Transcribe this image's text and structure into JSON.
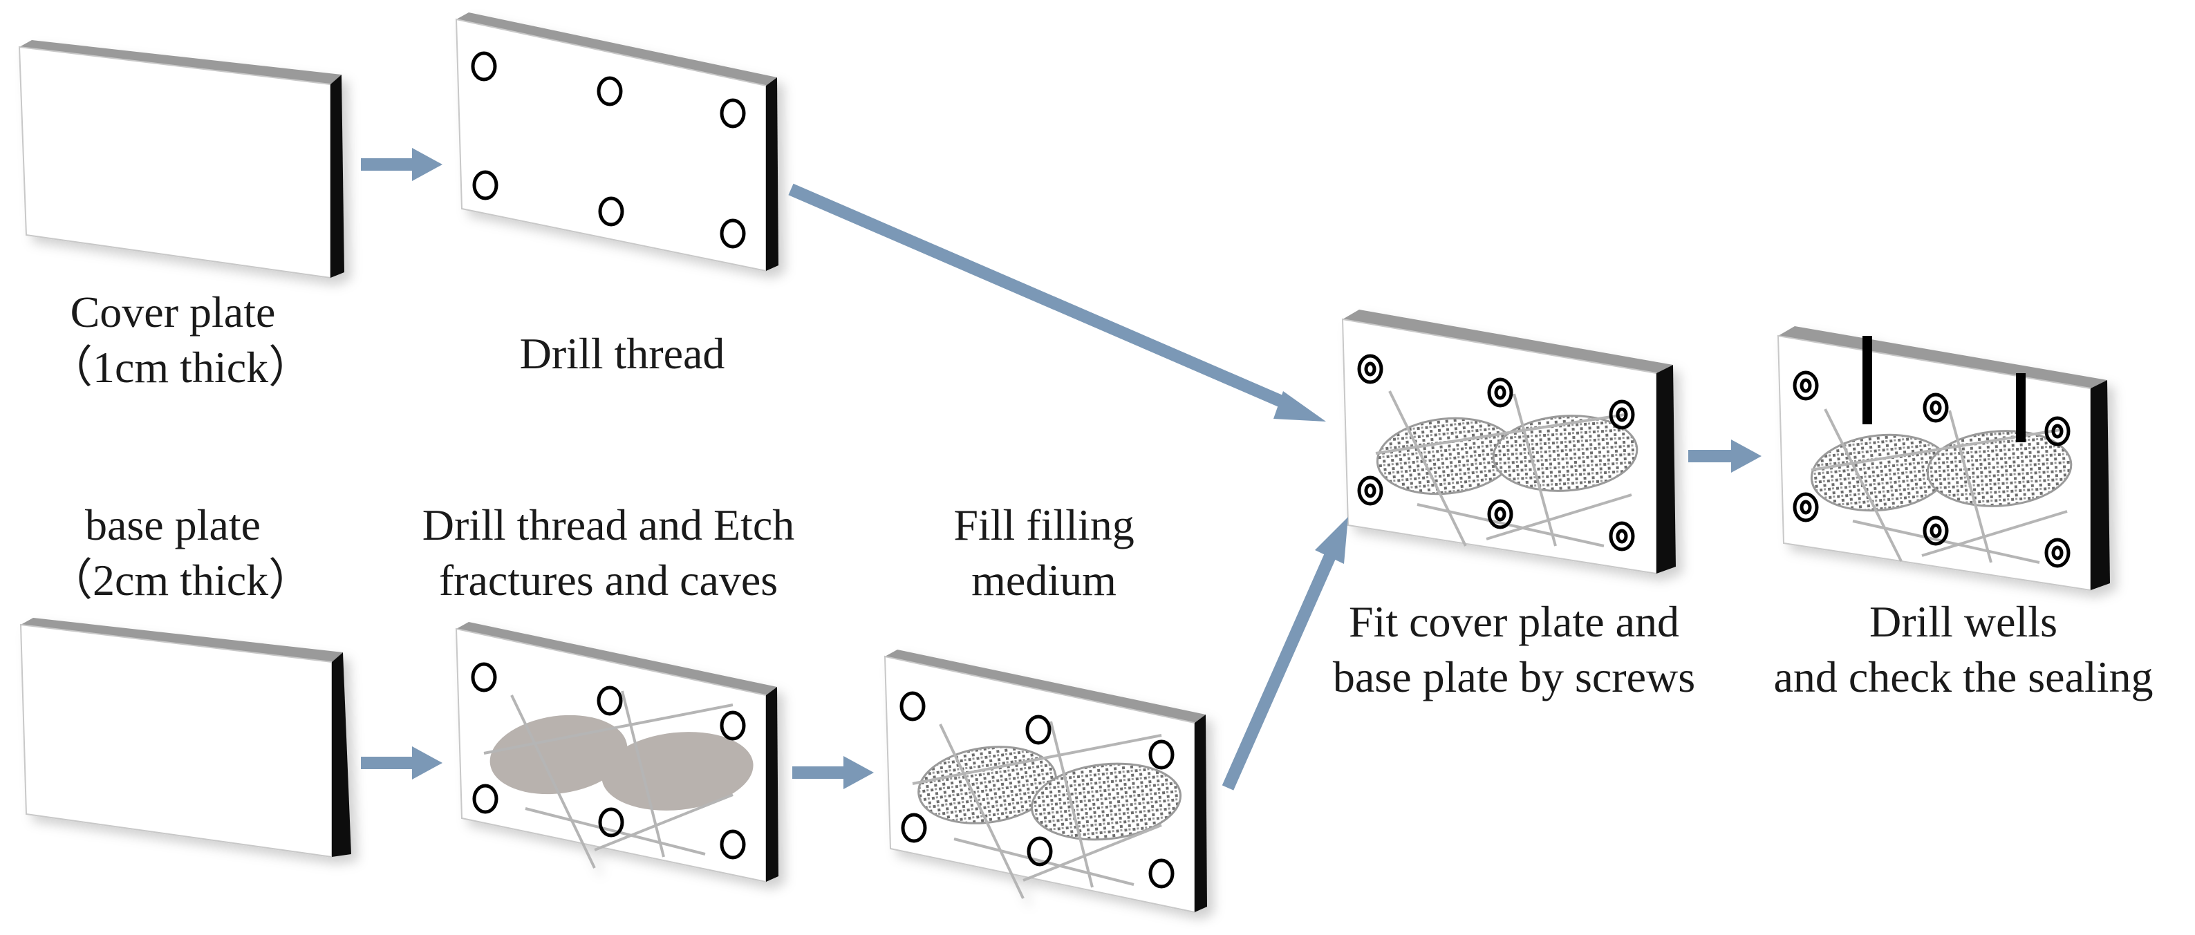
{
  "colors": {
    "arrow": "#7b98b6",
    "plate_face": "#ffffff",
    "plate_edge": "#111111",
    "plate_top": "#9a9a9a",
    "cave_fill": "#b8b2ae",
    "fracture": "#b5b5b5"
  },
  "captions": {
    "cover_plate_l1": "Cover plate",
    "cover_plate_l2": "（1cm thick）",
    "drill_thread": "Drill thread",
    "base_plate_l1": "base plate",
    "base_plate_l2": "（2cm thick）",
    "etch_l1": "Drill thread and Etch",
    "etch_l2": "fractures and caves",
    "fill_l1": "Fill filling",
    "fill_l2": "medium",
    "fit_l1": "Fit cover plate and",
    "fit_l2": "base plate by screws",
    "wells_l1": "Drill wells",
    "wells_l2": "and check the sealing"
  }
}
